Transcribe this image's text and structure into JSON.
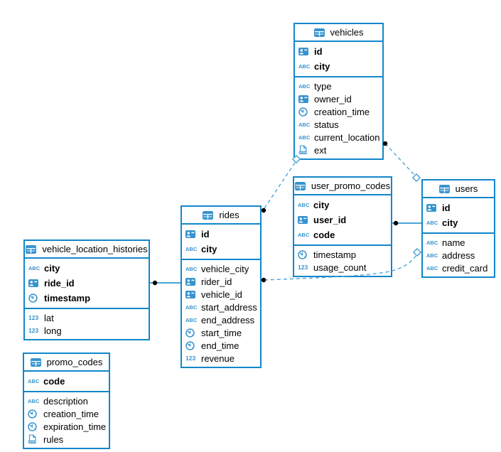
{
  "diagram": {
    "colors": {
      "table_border": "#1287cb",
      "icon_blue": "#3793cf",
      "dashed_relation": "#4fa5d8",
      "solid_relation": "#1287cb",
      "text": "#000000",
      "background": "#ffffff"
    },
    "tables": [
      {
        "id": "vehicles",
        "name": "vehicles",
        "primary_fields": [
          {
            "name": "id",
            "type": "id"
          },
          {
            "name": "city",
            "type": "text"
          }
        ],
        "fields": [
          {
            "name": "type",
            "type": "text"
          },
          {
            "name": "owner_id",
            "type": "id"
          },
          {
            "name": "creation_time",
            "type": "time"
          },
          {
            "name": "status",
            "type": "text"
          },
          {
            "name": "current_location",
            "type": "text"
          },
          {
            "name": "ext",
            "type": "json"
          }
        ]
      },
      {
        "id": "user_promo_codes",
        "name": "user_promo_codes",
        "primary_fields": [
          {
            "name": "city",
            "type": "text"
          },
          {
            "name": "user_id",
            "type": "id"
          },
          {
            "name": "code",
            "type": "text"
          }
        ],
        "fields": [
          {
            "name": "timestamp",
            "type": "time"
          },
          {
            "name": "usage_count",
            "type": "number"
          }
        ]
      },
      {
        "id": "users",
        "name": "users",
        "primary_fields": [
          {
            "name": "id",
            "type": "id"
          },
          {
            "name": "city",
            "type": "text"
          }
        ],
        "fields": [
          {
            "name": "name",
            "type": "text"
          },
          {
            "name": "address",
            "type": "text"
          },
          {
            "name": "credit_card",
            "type": "text"
          }
        ]
      },
      {
        "id": "rides",
        "name": "rides",
        "primary_fields": [
          {
            "name": "id",
            "type": "id"
          },
          {
            "name": "city",
            "type": "text"
          }
        ],
        "fields": [
          {
            "name": "vehicle_city",
            "type": "text"
          },
          {
            "name": "rider_id",
            "type": "id"
          },
          {
            "name": "vehicle_id",
            "type": "id"
          },
          {
            "name": "start_address",
            "type": "text"
          },
          {
            "name": "end_address",
            "type": "text"
          },
          {
            "name": "start_time",
            "type": "time"
          },
          {
            "name": "end_time",
            "type": "time"
          },
          {
            "name": "revenue",
            "type": "number"
          }
        ]
      },
      {
        "id": "vehicle_location_histories",
        "name": "vehicle_location_histories",
        "primary_fields": [
          {
            "name": "city",
            "type": "text"
          },
          {
            "name": "ride_id",
            "type": "id"
          },
          {
            "name": "timestamp",
            "type": "time"
          }
        ],
        "fields": [
          {
            "name": "lat",
            "type": "number"
          },
          {
            "name": "long",
            "type": "number"
          }
        ]
      },
      {
        "id": "promo_codes",
        "name": "promo_codes",
        "primary_fields": [
          {
            "name": "code",
            "type": "text"
          }
        ],
        "fields": [
          {
            "name": "description",
            "type": "text"
          },
          {
            "name": "creation_time",
            "type": "time"
          },
          {
            "name": "expiration_time",
            "type": "time"
          },
          {
            "name": "rules",
            "type": "json"
          }
        ]
      }
    ],
    "relations": [
      {
        "from": "vehicles",
        "to": "users",
        "style": "dashed",
        "from_marker": "dot",
        "to_marker": "diamond"
      },
      {
        "from": "vehicles",
        "to": "rides",
        "style": "dashed",
        "from_marker": "diamond",
        "to_marker": "dot"
      },
      {
        "from": "rides",
        "to": "users",
        "style": "dashed",
        "from_marker": "dot",
        "to_marker": "diamond"
      },
      {
        "from": "vehicle_location_histories",
        "to": "rides",
        "style": "solid",
        "from_marker": "dot",
        "to_marker": "none"
      },
      {
        "from": "user_promo_codes",
        "to": "users",
        "style": "solid",
        "from_marker": "dot",
        "to_marker": "none"
      }
    ]
  }
}
